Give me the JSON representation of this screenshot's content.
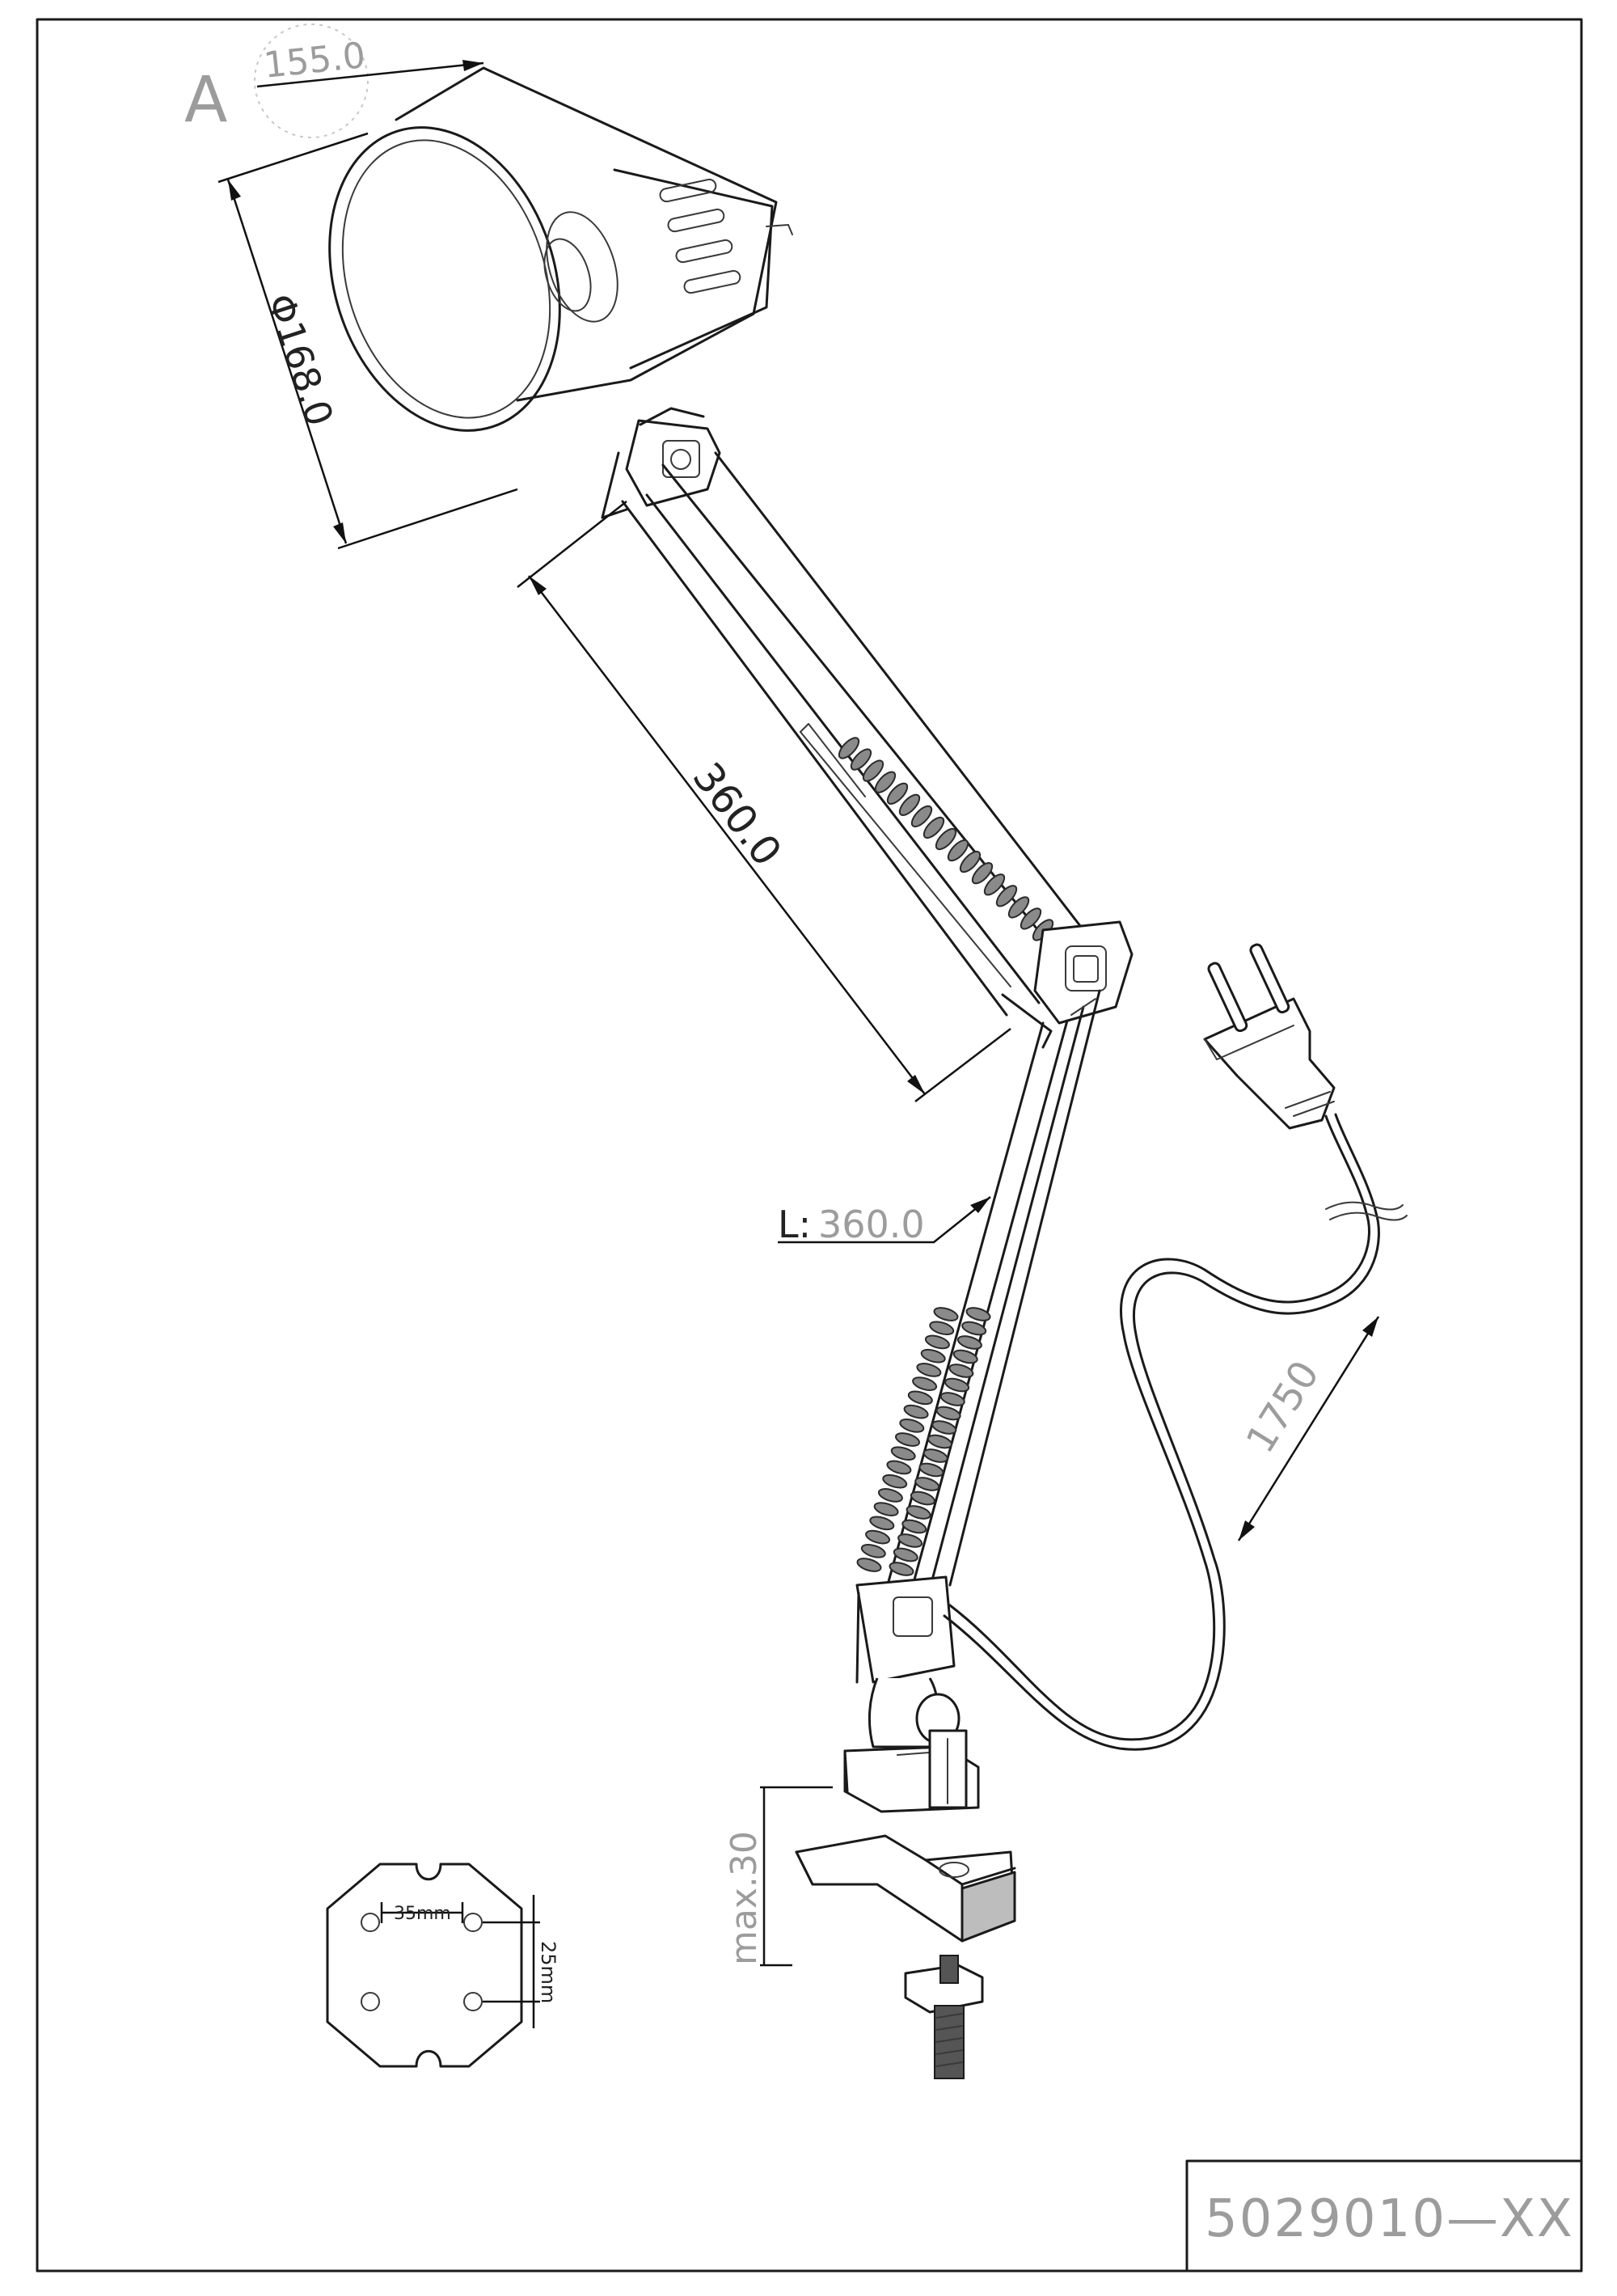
{
  "view_label": "A",
  "dimensions": {
    "shade_depth": "155.0",
    "shade_diameter": "Φ168.0",
    "upper_arm": "360.0",
    "lower_arm_prefix": "L:",
    "lower_arm": "360.0",
    "cable_length": "1750",
    "clamp_max": "max.30",
    "hole_spacing_w": "35mm",
    "hole_spacing_h": "25mm"
  },
  "model_number": "5029010—XX"
}
